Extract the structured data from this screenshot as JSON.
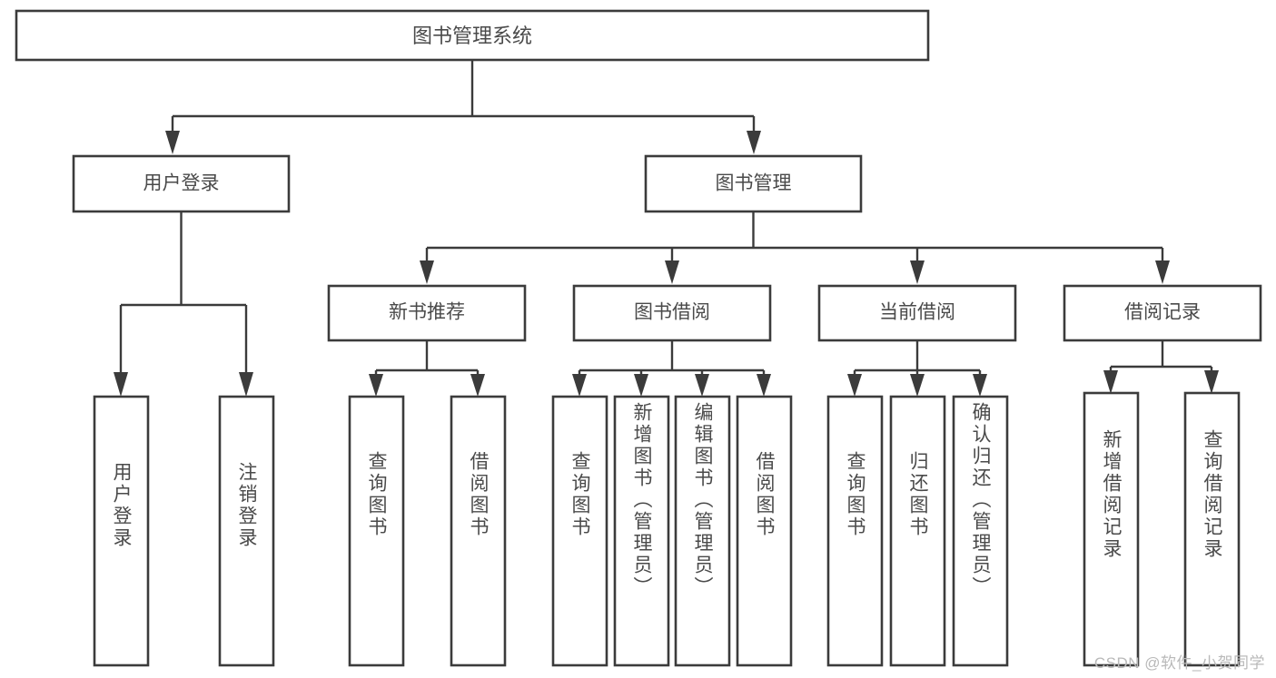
{
  "diagram": {
    "type": "tree-hierarchy-chart",
    "title": "图书管理系统",
    "orientation": "top-down",
    "box_fill": "#ffffff",
    "box_stroke": "#3b3b3b",
    "text_color": "#4a4a4a",
    "background": "#ffffff",
    "levels": {
      "root": {
        "label": "图书管理系统"
      },
      "level2": [
        {
          "id": "user-login",
          "label": "用户登录"
        },
        {
          "id": "book-management",
          "label": "图书管理"
        }
      ],
      "level3": [
        {
          "id": "new-book-recommend",
          "label": "新书推荐",
          "parent": "book-management"
        },
        {
          "id": "book-borrow",
          "label": "图书借阅",
          "parent": "book-management"
        },
        {
          "id": "current-borrow",
          "label": "当前借阅",
          "parent": "book-management"
        },
        {
          "id": "borrow-record",
          "label": "借阅记录",
          "parent": "book-management"
        }
      ],
      "leaves": [
        {
          "id": "leaf-user-login",
          "label": "用户登录",
          "parent": "user-login"
        },
        {
          "id": "leaf-logout-login",
          "label": "注销登录",
          "parent": "user-login"
        },
        {
          "id": "leaf-query-book-1",
          "label": "查询图书",
          "parent": "new-book-recommend"
        },
        {
          "id": "leaf-borrow-book-1",
          "label": "借阅图书",
          "parent": "new-book-recommend"
        },
        {
          "id": "leaf-query-book-2",
          "label": "查询图书",
          "parent": "book-borrow"
        },
        {
          "id": "leaf-add-book",
          "label": "新增图书（管理员）",
          "parent": "book-borrow"
        },
        {
          "id": "leaf-edit-book",
          "label": "编辑图书（管理员）",
          "parent": "book-borrow"
        },
        {
          "id": "leaf-borrow-book-2",
          "label": "借阅图书",
          "parent": "book-borrow"
        },
        {
          "id": "leaf-query-book-3",
          "label": "查询图书",
          "parent": "current-borrow"
        },
        {
          "id": "leaf-return-book",
          "label": "归还图书",
          "parent": "current-borrow"
        },
        {
          "id": "leaf-confirm-return",
          "label": "确认归还（管理员）",
          "parent": "current-borrow"
        },
        {
          "id": "leaf-add-record",
          "label": "新增借阅记录",
          "parent": "borrow-record"
        },
        {
          "id": "leaf-query-record",
          "label": "查询借阅记录",
          "parent": "borrow-record"
        }
      ]
    }
  },
  "watermark": {
    "text": "CSDN @软件_小贺同学"
  }
}
